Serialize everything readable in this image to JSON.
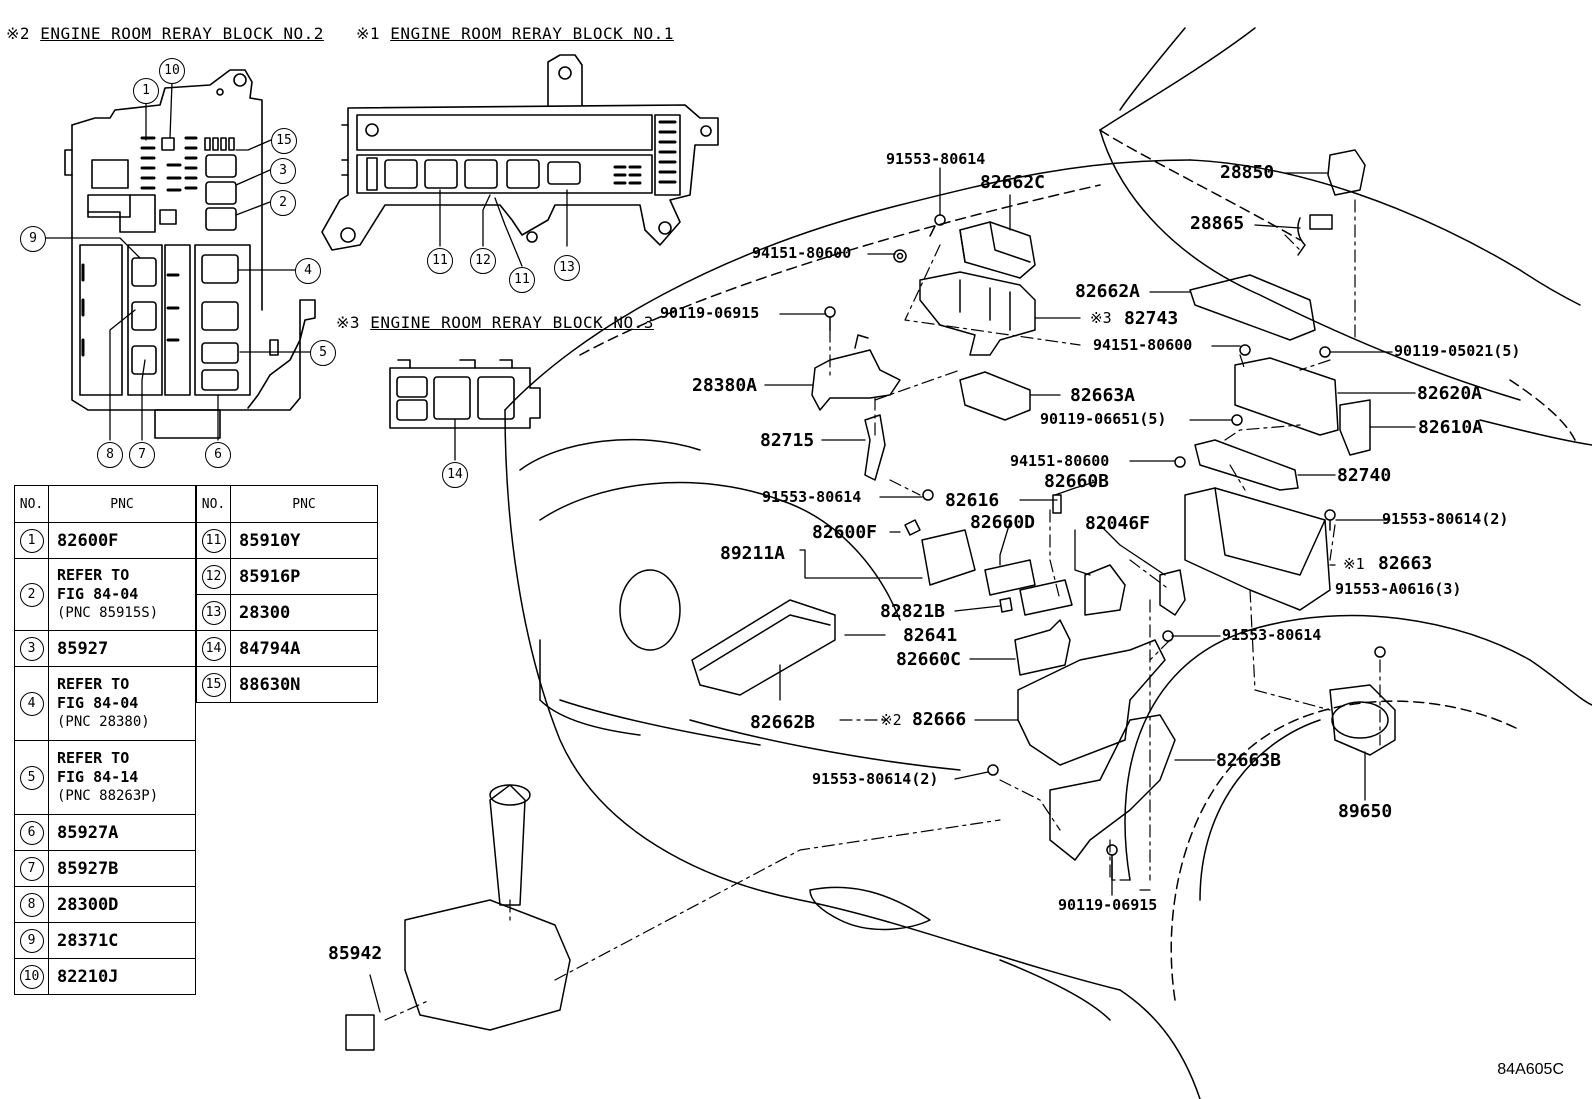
{
  "headers": {
    "block2": {
      "mark": "※2",
      "title": "ENGINE ROOM RERAY BLOCK NO.2"
    },
    "block1": {
      "mark": "※1",
      "title": "ENGINE ROOM RERAY BLOCK NO.1"
    },
    "block3": {
      "mark": "※3",
      "title": "ENGINE ROOM RERAY BLOCK NO.3"
    }
  },
  "callouts": {
    "block2": [
      "1",
      "10",
      "15",
      "3",
      "2",
      "4",
      "5",
      "9",
      "8",
      "7",
      "6"
    ],
    "block1": [
      "11",
      "12",
      "11",
      "13"
    ],
    "block3": [
      "14"
    ]
  },
  "table_left": {
    "col_no": "NO.",
    "col_pnc": "PNC",
    "rows": [
      {
        "no": "1",
        "pnc": "82600F"
      },
      {
        "no": "2",
        "ref": [
          "REFER TO",
          "FIG 84-04"
        ],
        "note": "(PNC 85915S)"
      },
      {
        "no": "3",
        "pnc": "85927"
      },
      {
        "no": "4",
        "ref": [
          "REFER TO",
          "FIG 84-04"
        ],
        "note": "(PNC 28380)"
      },
      {
        "no": "5",
        "ref": [
          "REFER TO",
          "FIG 84-14"
        ],
        "note": "(PNC 88263P)"
      },
      {
        "no": "6",
        "pnc": "85927A"
      },
      {
        "no": "7",
        "pnc": "85927B"
      },
      {
        "no": "8",
        "pnc": "28300D"
      },
      {
        "no": "9",
        "pnc": "28371C"
      },
      {
        "no": "10",
        "pnc": "82210J"
      }
    ]
  },
  "table_right": {
    "col_no": "NO.",
    "col_pnc": "PNC",
    "rows": [
      {
        "no": "11",
        "pnc": "85910Y"
      },
      {
        "no": "12",
        "pnc": "85916P"
      },
      {
        "no": "13",
        "pnc": "28300"
      },
      {
        "no": "14",
        "pnc": "84794A"
      },
      {
        "no": "15",
        "pnc": "88630N"
      }
    ]
  },
  "parts": {
    "p91553_80614_top": "91553-80614",
    "p82662C": "82662C",
    "p28850": "28850",
    "p28865": "28865",
    "p94151_80600_a": "94151-80600",
    "p82662A": "82662A",
    "p90119_06915_a": "90119-06915",
    "mark3": "※3",
    "p82743": "82743",
    "p94151_80600_b": "94151-80600",
    "p90119_05021": "90119-05021(5)",
    "p28380A": "28380A",
    "p82663A": "82663A",
    "p82620A": "82620A",
    "p90119_06651": "90119-06651(5)",
    "p82610A": "82610A",
    "p82715": "82715",
    "p94151_80600_c": "94151-80600",
    "p82740": "82740",
    "p82660B": "82660B",
    "p91553_80614_b": "91553-80614",
    "p82616": "82616",
    "p91553_80614_2": "91553-80614(2)",
    "p82660D": "82660D",
    "p82046F": "82046F",
    "p82600F": "82600F",
    "p89211A": "89211A",
    "mark1": "※1",
    "p82663": "82663",
    "p91553_A0616": "91553-A0616(3)",
    "p82821B": "82821B",
    "p82641": "82641",
    "p91553_80614_c": "91553-80614",
    "p82660C": "82660C",
    "p82662B": "82662B",
    "mark2": "※2",
    "p82666": "82666",
    "p82663B": "82663B",
    "p91553_80614_2b": "91553-80614(2)",
    "p89650": "89650",
    "p90119_06915_b": "90119-06915",
    "p85942": "85942"
  },
  "figure_id": "84A605C"
}
